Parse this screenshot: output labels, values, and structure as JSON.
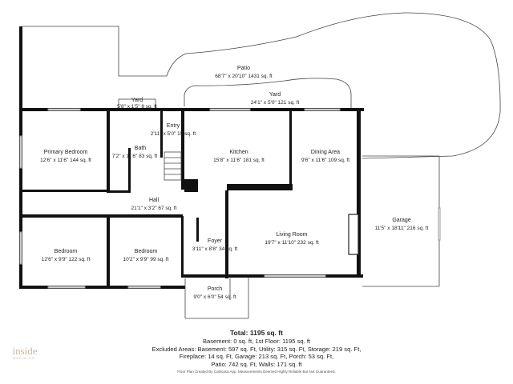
{
  "rooms": {
    "patio": {
      "name": "Patio",
      "dims": "68'7\" x 20'10\" 1431 sq. ft"
    },
    "yard_top": {
      "name": "Yard",
      "dims": "24'1\" x 5'0\" 121 sq. ft"
    },
    "yard_small": {
      "name": "Yard",
      "dims": "5'8\" x 1'5\" 8 sq. ft"
    },
    "entry": {
      "name": "Entry",
      "dims": "2'11\" x 5'0\" 15 sq. ft"
    },
    "kitchen": {
      "name": "Kitchen",
      "dims": "15'8\" x 11'6\" 181 sq. ft"
    },
    "dining": {
      "name": "Dining Area",
      "dims": "9'6\" x 11'6\" 109 sq. ft"
    },
    "primary": {
      "name": "Primary Bedroom",
      "dims": "12'6\" x 11'6\" 144 sq. ft"
    },
    "bath": {
      "name": "Bath",
      "dims": "7'2\" x 11'6\" 83 sq. ft"
    },
    "hall": {
      "name": "Hall",
      "dims": "21'1\" x 3'2\" 67 sq. ft"
    },
    "garage": {
      "name": "Garage",
      "dims": "11'5\" x 18'11\" 216 sq. ft"
    },
    "living": {
      "name": "Living Room",
      "dims": "19'7\" x 11'10\" 232 sq. ft"
    },
    "bed1": {
      "name": "Bedroom",
      "dims": "12'6\" x 9'9\" 122 sq. ft"
    },
    "bed2": {
      "name": "Bedroom",
      "dims": "10'2\" x 9'9\" 99 sq. ft"
    },
    "foyer": {
      "name": "Foyer",
      "dims": "3'11\" x 8'8\" 34 sq. ft"
    },
    "porch": {
      "name": "Porch",
      "dims": "9'0\" x 6'0\" 54 sq. ft"
    }
  },
  "summary": {
    "total": "Total: 1195 sq. ft",
    "line1": "Basement: 0 sq. ft, 1st Floor: 1195 sq. ft",
    "line2": "Excluded Areas: Basement: 597 sq. Ft, Utility: 315 sq. Ft, Storage: 219 sq. Ft,",
    "line3": "Fireplace: 14 sq. Ft, Garage: 213 sq. Ft, Porch: 53 sq. Ft,",
    "line4": "Patio: 742 sq. Ft, Walls: 171 sq. ft"
  },
  "credit": "Floor Plan Created By Cubicasa App. Measurements Deemed Highly Reliable But Not Guaranteed.",
  "logo": {
    "main": "inside",
    "sub": "MEDIA CO."
  }
}
